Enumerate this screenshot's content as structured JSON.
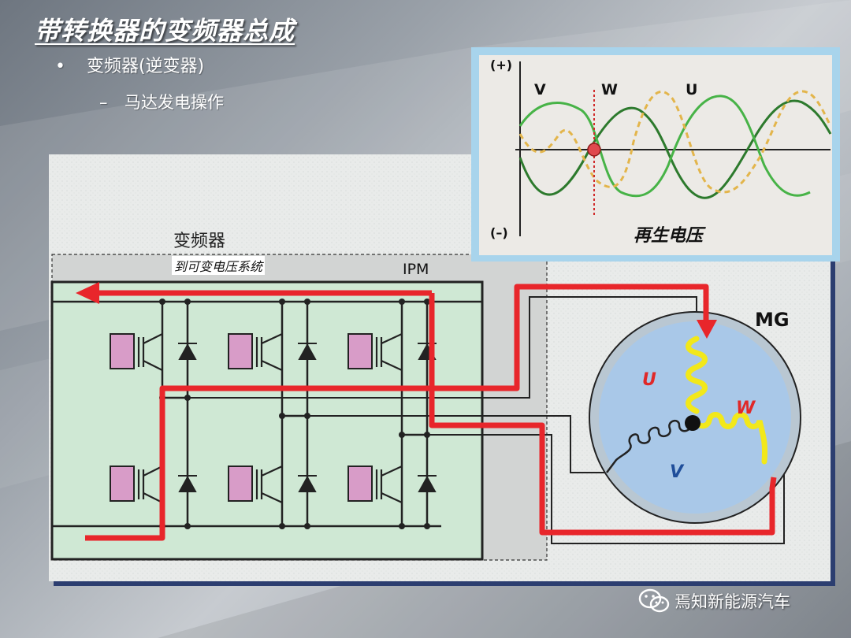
{
  "slide": {
    "title": "带转换器的变频器总成",
    "bullet1": "变频器(逆变器)",
    "bullet2": "马达发电操作"
  },
  "diagram": {
    "inverter_label": "变频器",
    "inverter_sublabel": "到可变电压系统",
    "ipm_label": "IPM",
    "motor_label": "MG",
    "coil_u": "U",
    "coil_v": "V",
    "coil_w": "W"
  },
  "waveform": {
    "plus_label": "(+)",
    "minus_label": "(–)",
    "label_v": "V",
    "label_w": "W",
    "label_u": "U",
    "caption": "再生电压"
  },
  "watermark": {
    "text": "焉知新能源汽车"
  },
  "colors": {
    "current_path": "#e8262b",
    "ipm_fill": "#cfe8d4",
    "igbt_fill": "#d89cc8",
    "motor_fill": "#a9c8e8",
    "motor_ring": "#b9c7d2",
    "coil": "#f2e81a",
    "wave_solid": "#3f9b3f",
    "wave_dash": "#e3b54b"
  }
}
